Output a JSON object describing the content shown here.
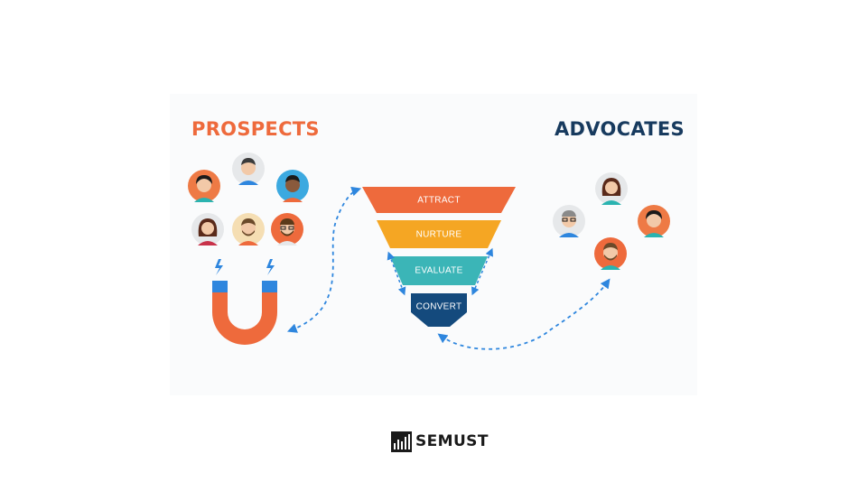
{
  "titles": {
    "left": "PROSPECTS",
    "right": "ADVOCATES"
  },
  "funnel": {
    "stages": [
      {
        "label": "ATTRACT",
        "color": "#ee6a3c"
      },
      {
        "label": "NURTURE",
        "color": "#f5a623"
      },
      {
        "label": "EVALUATE",
        "color": "#3bb5b7"
      },
      {
        "label": "CONVERT",
        "color": "#144a7d"
      }
    ]
  },
  "colors": {
    "prospects_title": "#ee6a3c",
    "advocates_title": "#173a5e",
    "magnet": "#ee6a3c",
    "magnet_tips": "#2e86de",
    "arrows": "#2e86de"
  },
  "icons": {
    "magnet": "magnet-icon",
    "sparks": "lightning-icon",
    "people": "person-avatar-icon",
    "logo": "semust-logo-icon"
  },
  "logo": {
    "text": "SEMUST"
  }
}
